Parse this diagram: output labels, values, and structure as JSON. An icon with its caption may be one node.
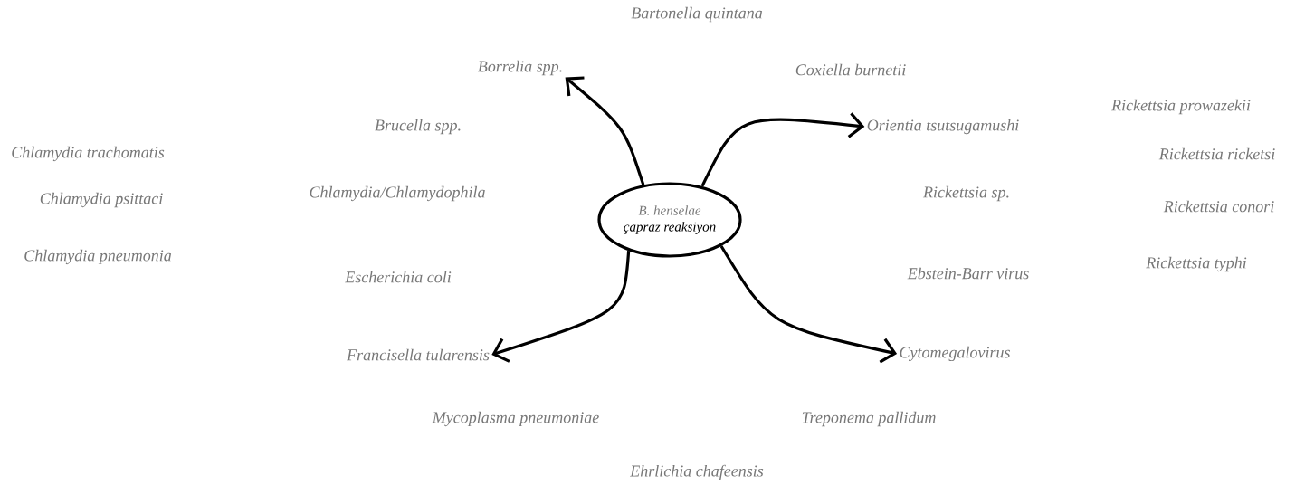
{
  "diagram": {
    "nodes": [
      {
        "text": [
          "Borrelia spp."
        ]
      },
      {
        "text": [
          "Orientia tsutsugamushi"
        ]
      },
      {
        "text": [
          "B. henselae",
          "çapraz reaksiyon"
        ]
      },
      {
        "text": [
          "Francisella tularensis"
        ]
      },
      {
        "text": [
          "Cytomegalovirus"
        ]
      }
    ],
    "edges": [
      {
        "from": 2,
        "to": 0,
        "arrow": "to"
      },
      {
        "from": 2,
        "to": 1,
        "arrow": "to"
      },
      {
        "from": 2,
        "to": 3,
        "arrow": "to"
      },
      {
        "from": 2,
        "to": 4,
        "arrow": "to"
      }
    ],
    "labels": [
      "Bartonella quintana",
      "Coxiella burnetii",
      "Brucella spp.",
      "Rickettsia prowazekii",
      "Chlamydia trachomatis",
      "Rickettsia ricketsi",
      "Chlamydia psittaci",
      "Chlamydia/Chlamydophila",
      "Rickettsia sp.",
      "Rickettsia conori",
      "Chlamydia pneumonia",
      "Escherichia coli",
      "Ebstein-Barr virus",
      "Rickettsia typhi",
      "Mycoplasma pneumoniae",
      "Treponema pallidum",
      "Ehrlichia chafeensis"
    ]
  }
}
